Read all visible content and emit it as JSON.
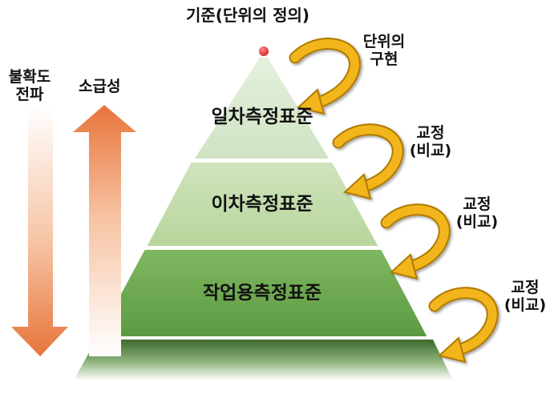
{
  "top": {
    "label": "기준(단위의 정의)"
  },
  "left": {
    "uncertainty": {
      "line1": "불확도",
      "line2": "전파"
    },
    "traceability": {
      "label": "소급성"
    }
  },
  "tiers": [
    {
      "label": "일차측정표준"
    },
    {
      "label": "이차측정표준"
    },
    {
      "label": "작업용측정표준"
    }
  ],
  "right": [
    {
      "line1": "단위의",
      "line2": "구현"
    },
    {
      "line1": "교정",
      "line2": "(비교)"
    },
    {
      "line1": "교정",
      "line2": "(비교)"
    },
    {
      "line1": "교정",
      "line2": "(비교)"
    }
  ],
  "colors": {
    "tier1": "#d9ead3",
    "tier2": "#c0dba6",
    "tier3": "#6aa84f",
    "base": "#3e6b2e",
    "arrow_orange": "#e8743b",
    "curved_arrow": "#f2b51b",
    "dot": "#e02020"
  }
}
